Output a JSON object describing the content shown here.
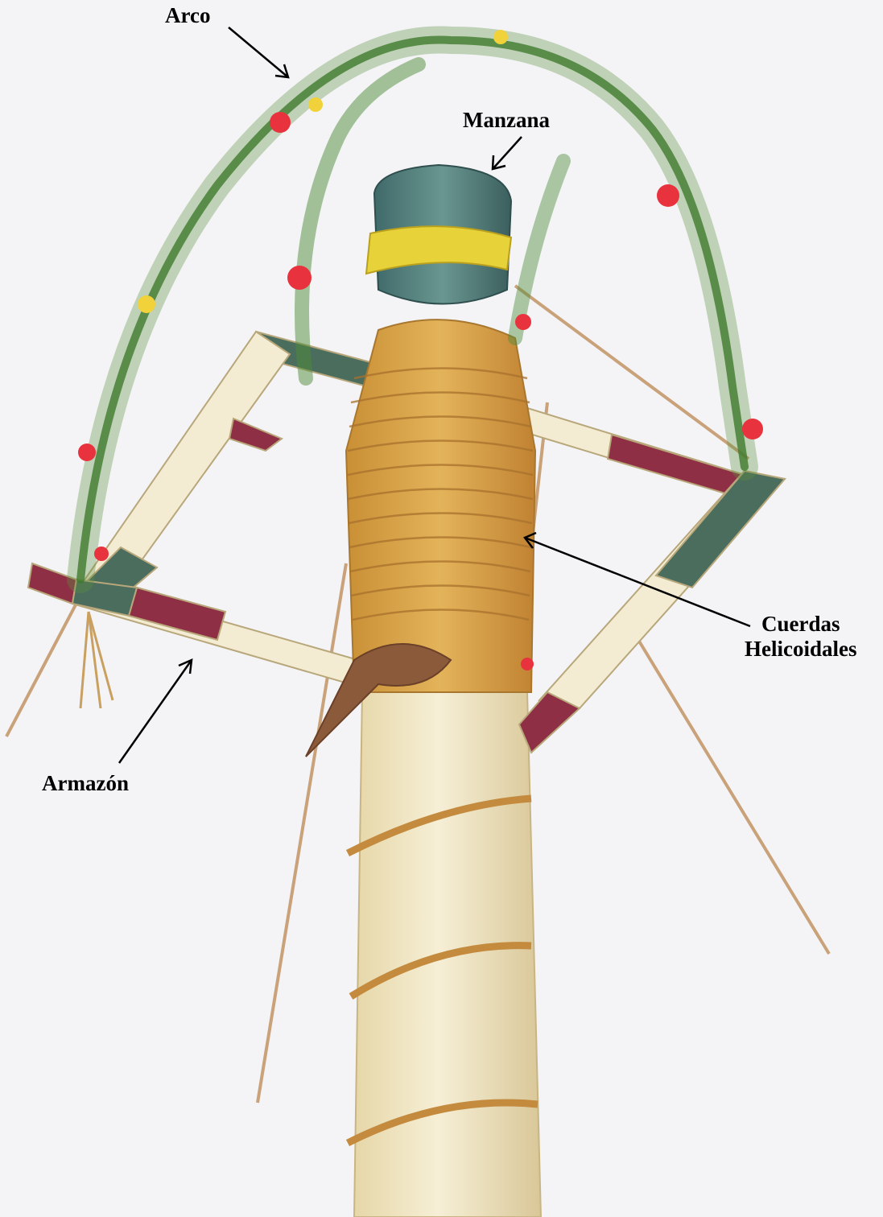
{
  "labels": {
    "arco": "Arco",
    "manzana": "Manzana",
    "cuerdas_line1": "Cuerdas",
    "cuerdas_line2": "Helicoidales",
    "armazon": "Armazón"
  },
  "colors": {
    "background": "#f4f4f6",
    "pole": "#efe6c4",
    "rope": "#d9a548",
    "yellow_rope": "#e8d23a",
    "manzana": "#4f7b78",
    "frame_light": "#f3ecd2",
    "frame_red": "#8e2f45",
    "frame_green": "#4b6d5d",
    "foliage": "#4f8b3a",
    "flower_red": "#e8323d",
    "flower_yellow": "#f1d23a",
    "arrow": "#000000"
  }
}
